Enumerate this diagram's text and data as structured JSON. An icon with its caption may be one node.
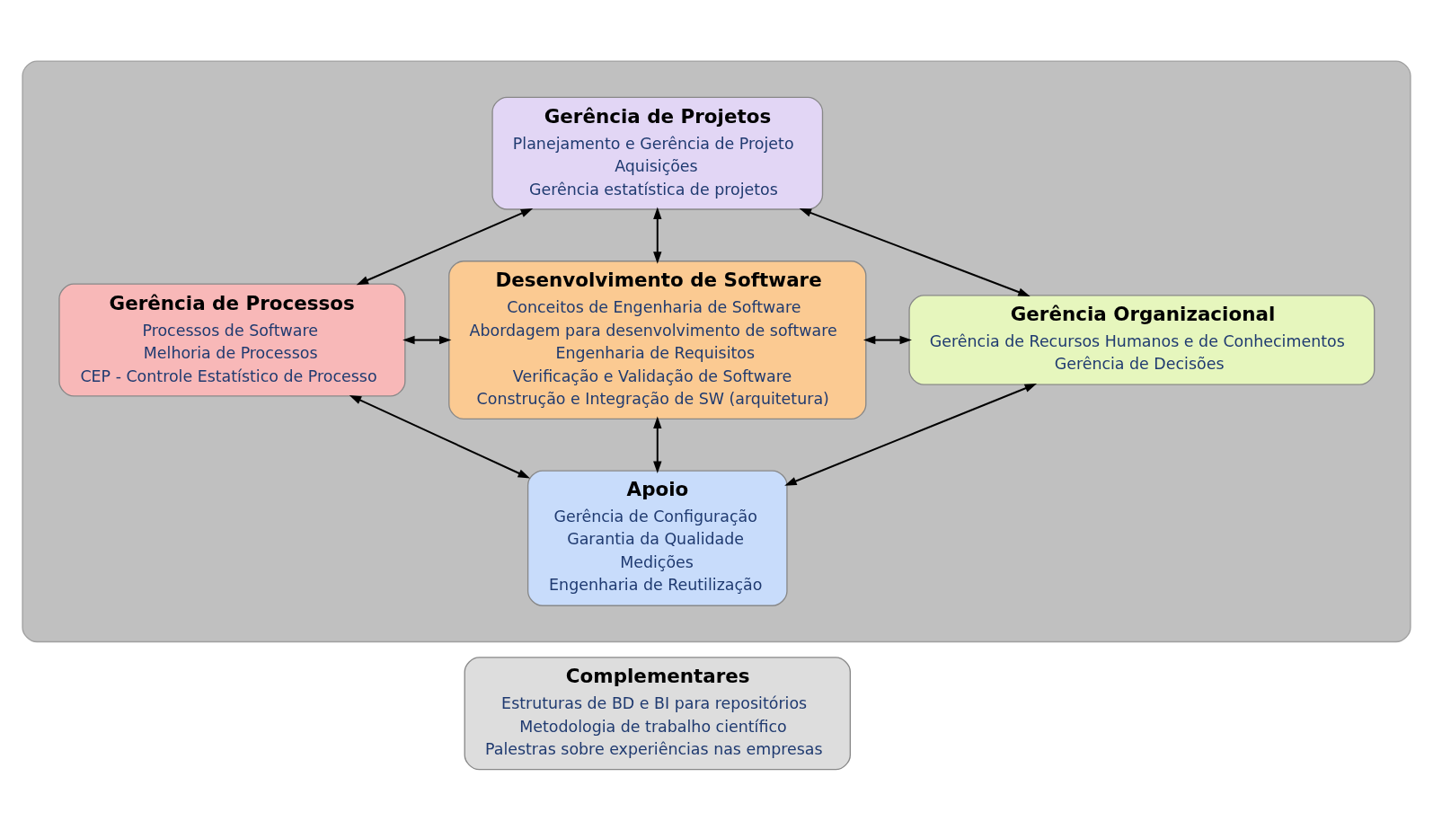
{
  "diagram": {
    "nodes": [
      {
        "text": [],
        "shape": "box"
      },
      {
        "text": [
          "Gerência de Projetos",
          "Planejamento e Gerência de Projeto",
          "Aquisições",
          "Gerência estatística de projetos"
        ],
        "in": 0
      },
      {
        "text": [
          "Gerência de Processos",
          "Processos de Software",
          "Melhoria de Processos",
          "CEP - Controle Estatístico de Processo"
        ],
        "in": 0
      },
      {
        "text": [
          "Desenvolvimento de Software",
          "Conceitos de Engenharia de Software",
          "Abordagem para desenvolvimento de software",
          "Engenharia de Requisitos",
          "Verificação e Validação de Software",
          "Construção e Integração de SW (arquitetura)"
        ],
        "in": 0
      },
      {
        "text": [
          "Gerência Organizacional",
          "Gerência de Recursos Humanos e de Conhecimentos",
          "Gerência de Decisões"
        ],
        "in": 0
      },
      {
        "text": [
          "Apoio",
          "Gerência de Configuração",
          "Garantia da Qualidade",
          "Medições",
          "Engenharia de Reutilização"
        ],
        "in": 0
      },
      {
        "text": [
          "Complementares",
          "Estruturas de BD e BI para repositórios",
          "Metodologia de trabalho científico",
          "Palestras sobre experiências nas empresas"
        ]
      }
    ],
    "edges": [
      {
        "from": 1,
        "to": 2,
        "arrow": "both"
      },
      {
        "from": 1,
        "to": 4,
        "arrow": "both"
      },
      {
        "from": 1,
        "to": 3,
        "arrow": "both"
      },
      {
        "from": 2,
        "to": 3,
        "arrow": "both"
      },
      {
        "from": 3,
        "to": 4,
        "arrow": "both"
      },
      {
        "from": 3,
        "to": 5,
        "arrow": "both"
      },
      {
        "from": 2,
        "to": 5,
        "arrow": "both"
      },
      {
        "from": 4,
        "to": 5,
        "arrow": "both"
      }
    ]
  }
}
